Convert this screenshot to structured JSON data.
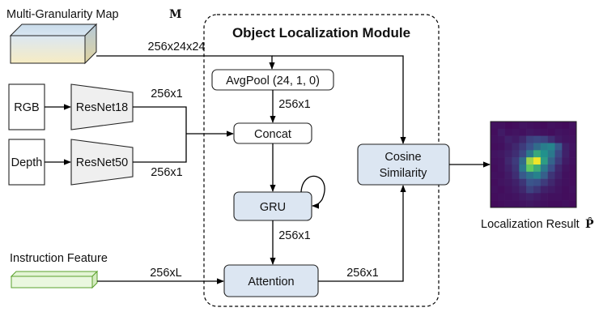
{
  "module": {
    "title": "Object Localization Module"
  },
  "inputs": {
    "map_label": "Multi-Granularity Map",
    "map_symbol": "M",
    "rgb": "RGB",
    "depth": "Depth",
    "instruction": "Instruction Feature"
  },
  "encoders": {
    "rgb": "ResNet18",
    "depth": "ResNet50"
  },
  "blocks": {
    "avgpool": "AvgPool (24, 1, 0)",
    "concat": "Concat",
    "gru": "GRU",
    "attention": "Attention",
    "cosine_line1": "Cosine",
    "cosine_line2": "Similarity"
  },
  "dims": {
    "map": "256x24x24",
    "rgb_feat": "256x1",
    "depth_feat": "256x1",
    "avgpool_out": "256x1",
    "gru_out": "256x1",
    "attn_out": "256x1",
    "instr": "256xL"
  },
  "output": {
    "label": "Localization Result",
    "symbol": "P̂"
  },
  "colors": {
    "block_fill": "#dce6f2",
    "block_stroke": "#1f1f1f",
    "encoder_fill": "#efefef",
    "instr_fill": "#eaf7df",
    "instr_stroke": "#5aa02c"
  },
  "heatmap": {
    "colormap": "viridis",
    "grid": [
      [
        0.05,
        0.05,
        0.03,
        0.04,
        0.06,
        0.05,
        0.04,
        0.03,
        0.05,
        0.04,
        0.03,
        0.05
      ],
      [
        0.04,
        0.08,
        0.05,
        0.06,
        0.05,
        0.07,
        0.06,
        0.05,
        0.04,
        0.06,
        0.05,
        0.04
      ],
      [
        0.05,
        0.06,
        0.1,
        0.08,
        0.12,
        0.2,
        0.22,
        0.2,
        0.14,
        0.08,
        0.06,
        0.05
      ],
      [
        0.04,
        0.05,
        0.08,
        0.12,
        0.18,
        0.25,
        0.35,
        0.42,
        0.45,
        0.28,
        0.1,
        0.06
      ],
      [
        0.06,
        0.07,
        0.1,
        0.14,
        0.22,
        0.4,
        0.6,
        0.5,
        0.4,
        0.22,
        0.1,
        0.05
      ],
      [
        0.05,
        0.06,
        0.12,
        0.18,
        0.35,
        0.85,
        0.98,
        0.55,
        0.32,
        0.18,
        0.08,
        0.05
      ],
      [
        0.04,
        0.06,
        0.1,
        0.16,
        0.4,
        0.75,
        0.62,
        0.4,
        0.24,
        0.12,
        0.06,
        0.04
      ],
      [
        0.05,
        0.05,
        0.08,
        0.14,
        0.28,
        0.38,
        0.44,
        0.3,
        0.16,
        0.1,
        0.05,
        0.04
      ],
      [
        0.04,
        0.06,
        0.07,
        0.1,
        0.16,
        0.26,
        0.24,
        0.18,
        0.12,
        0.07,
        0.05,
        0.04
      ],
      [
        0.05,
        0.04,
        0.06,
        0.08,
        0.12,
        0.2,
        0.16,
        0.1,
        0.08,
        0.06,
        0.04,
        0.05
      ],
      [
        0.04,
        0.05,
        0.05,
        0.06,
        0.08,
        0.1,
        0.08,
        0.06,
        0.05,
        0.05,
        0.04,
        0.04
      ],
      [
        0.03,
        0.04,
        0.05,
        0.05,
        0.06,
        0.07,
        0.06,
        0.05,
        0.04,
        0.04,
        0.05,
        0.03
      ]
    ]
  }
}
